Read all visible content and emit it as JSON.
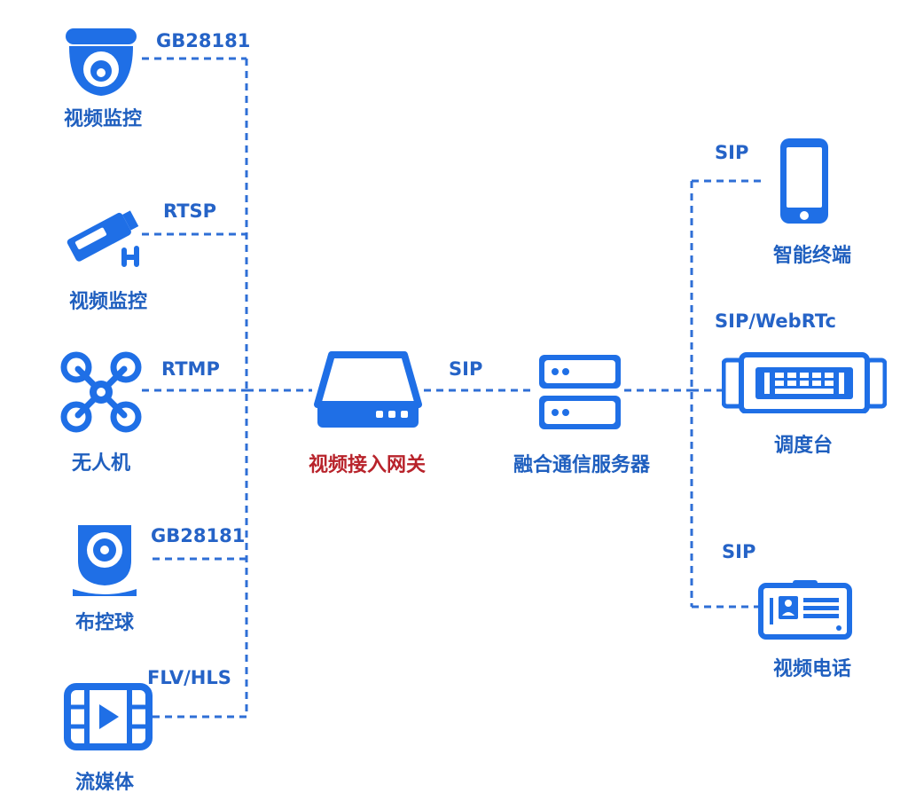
{
  "colors": {
    "line": "#2f6fd6",
    "icon": "#1f6fe6",
    "label": "#1f5fbf",
    "gateway_label": "#b8232b"
  },
  "sources": [
    {
      "name": "视频监控",
      "protocol": "GB28181",
      "icon": "dome-camera-icon"
    },
    {
      "name": "视频监控",
      "protocol": "RTSP",
      "icon": "bullet-camera-icon"
    },
    {
      "name": "无人机",
      "protocol": "RTMP",
      "icon": "drone-icon"
    },
    {
      "name": "布控球",
      "protocol": "GB28181",
      "icon": "ptz-camera-icon"
    },
    {
      "name": "流媒体",
      "protocol": "FLV/HLS",
      "icon": "film-icon"
    }
  ],
  "gateway": {
    "name": "视频接入网关",
    "icon": "gateway-box-icon"
  },
  "link": {
    "protocol": "SIP"
  },
  "server": {
    "name": "融合通信服务器",
    "icon": "server-icon"
  },
  "terminals": [
    {
      "name": "智能终端",
      "protocol": "SIP",
      "icon": "smartphone-icon"
    },
    {
      "name": "调度台",
      "protocol": "SIP/WebRTc",
      "icon": "dispatch-console-icon"
    },
    {
      "name": "视频电话",
      "protocol": "SIP",
      "icon": "video-phone-icon"
    }
  ]
}
